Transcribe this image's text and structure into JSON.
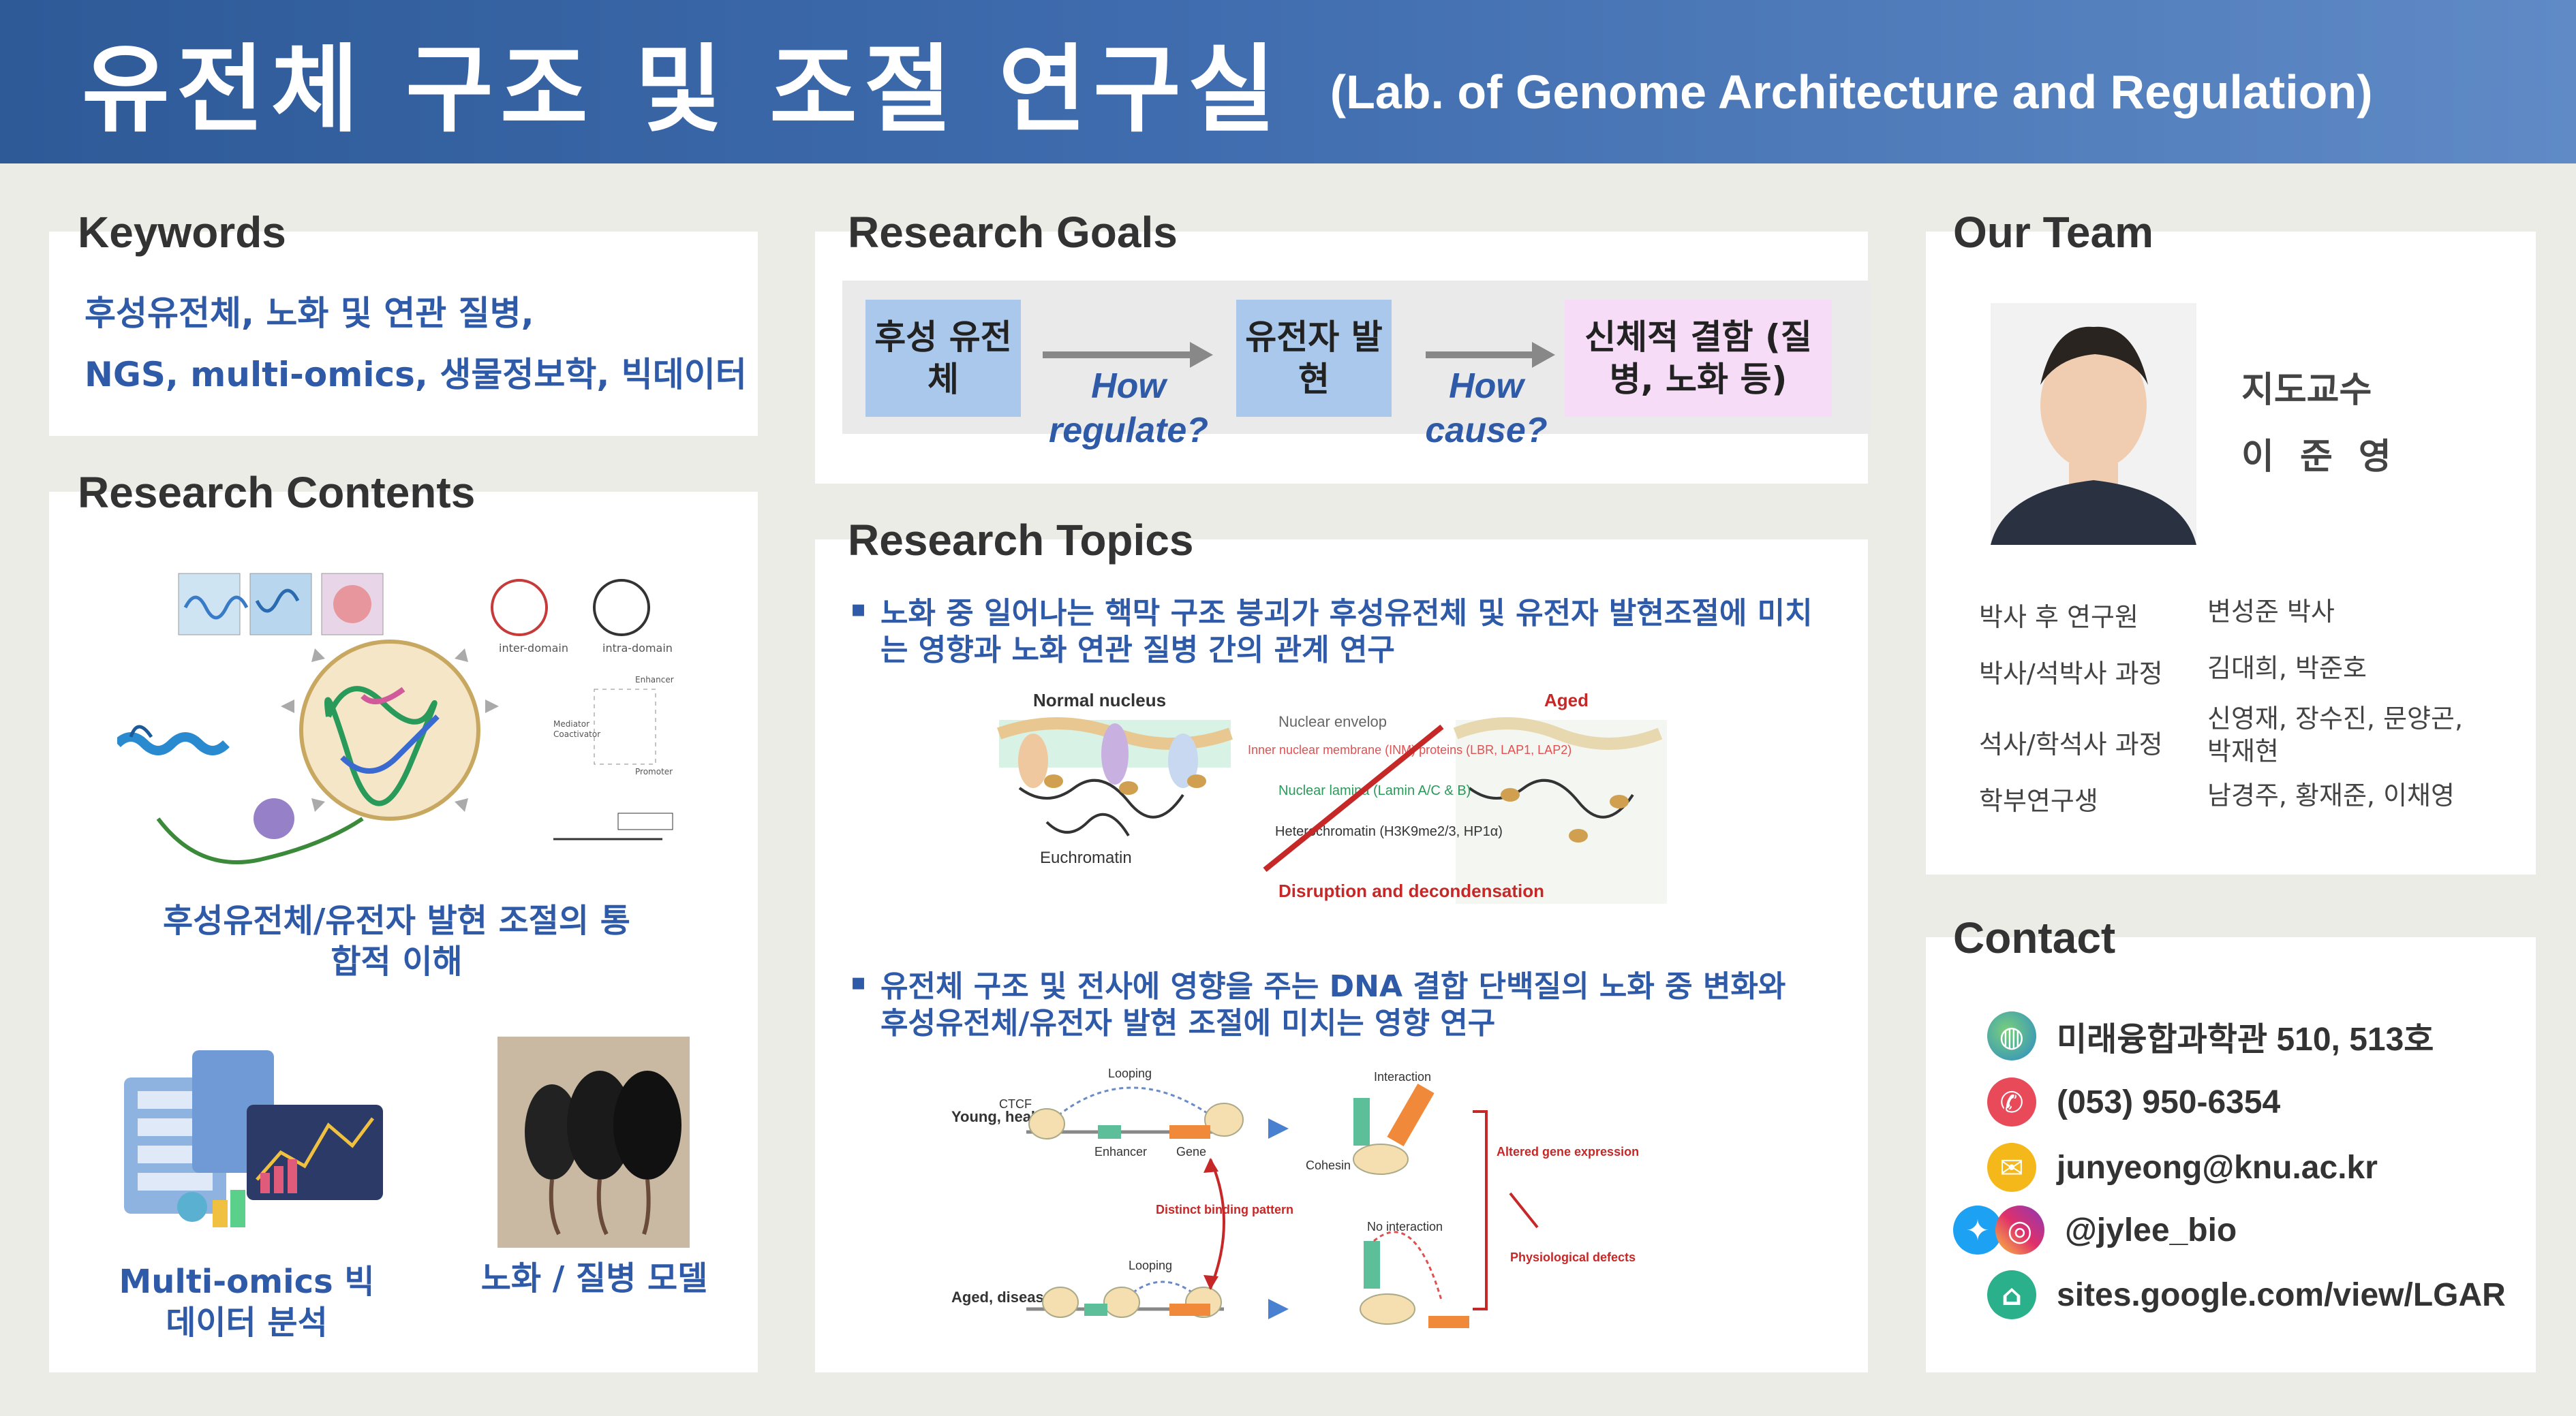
{
  "header": {
    "title_ko": "유전체 구조 및 조절 연구실",
    "title_en": "(Lab. of Genome Architecture and Regulation)"
  },
  "keywords": {
    "title": "Keywords",
    "line1": "후성유전체, 노화 및 연관 질병,",
    "line2": "NGS, multi-omics, 생물정보학, 빅데이터"
  },
  "contents": {
    "title": "Research Contents",
    "label1": "후성유전체/유전자 발현 조절의 통합적 이해",
    "label2": "Multi-omics 빅데이터 분석",
    "label3": "노화 / 질병 모델",
    "fig_labels": [
      "inter-domain",
      "intra-domain",
      "Enhancer",
      "Mediator",
      "Coactivator",
      "Promoter"
    ]
  },
  "goals": {
    "title": "Research Goals",
    "box1": "후성 유전체",
    "box2": "유전자 발현",
    "box3": "신체적 결함 (질병, 노화 등)",
    "q1": "How regulate?",
    "q2": "How cause?",
    "colors": {
      "box_blue": "#a9c8ec",
      "box_pink": "#f6dcf6",
      "accent": "#2e5aa8"
    }
  },
  "topics": {
    "title": "Research Topics",
    "bullet1": "노화 중 일어나는 핵막 구조 붕괴가 후성유전체 및 유전자 발현조절에 미치는 영향과 노화 연관 질병 간의 관계 연구",
    "bullet2": "유전체 구조 및 전사에 영향을 주는 DNA 결합 단백질의 노화 중 변화와 후성유전체/유전자 발현 조절에 미치는 영향 연구",
    "fig1": {
      "normal": "Normal nucleus",
      "aged": "Aged",
      "envelop": "Nuclear envelop",
      "inm": "Inner nuclear membrane (INM) proteins (LBR, LAP1, LAP2)",
      "lamina": "Nuclear lamina (Lamin A/C & B)",
      "hetero": "Heterochromatin (H3K9me2/3, HP1α)",
      "eu": "Euchromatin",
      "disruption": "Disruption and decondensation"
    },
    "fig2": {
      "young": "Young, healthy",
      "aged": "Aged, diseased",
      "looping": "Looping",
      "ctcf": "CTCF",
      "enhancer": "Enhancer",
      "gene": "Gene",
      "cohesin": "Cohesin",
      "interaction": "Interaction",
      "no_interaction": "No interaction",
      "distinct": "Distinct binding pattern",
      "altered": "Altered gene expression",
      "physio": "Physiological defects"
    }
  },
  "team": {
    "title": "Our Team",
    "advisor_role": "지도교수",
    "advisor_name": "이 준 영",
    "rows": [
      {
        "role": "박사 후 연구원",
        "names": "변성준 박사"
      },
      {
        "role": "박사/석박사 과정",
        "names": "김대희, 박준호"
      },
      {
        "role": "석사/학석사 과정",
        "names": "신영재, 장수진, 문양곤, 박재현"
      },
      {
        "role": "학부연구생",
        "names": "남경주, 황재준, 이채영"
      }
    ]
  },
  "contact": {
    "title": "Contact",
    "address": "미래융합과학관 510, 513호",
    "phone": "(053) 950-6354",
    "email": "junyeong@knu.ac.kr",
    "social": "@jylee_bio",
    "site": "sites.google.com/view/LGAR",
    "icons": [
      "globe-icon",
      "phone-icon",
      "mail-icon",
      "twitter-instagram-icon",
      "home-icon"
    ]
  }
}
